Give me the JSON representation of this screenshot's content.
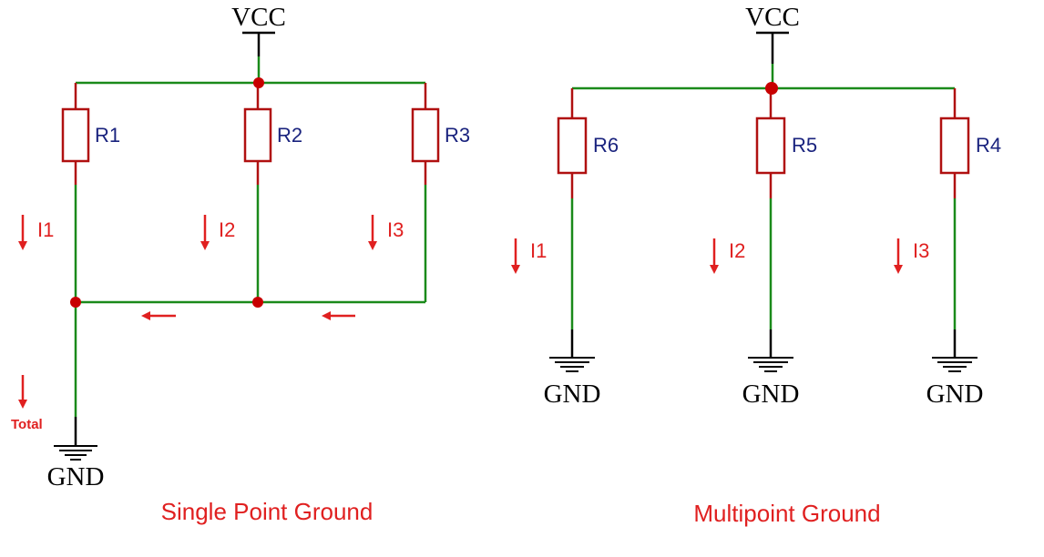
{
  "colors": {
    "wire": "#1a8a1a",
    "resistor": "#b01010",
    "node": "#c80000",
    "arrow": "#e02020",
    "label_dark": "#1a237e",
    "ground": "#000000",
    "caption": "#e02020"
  },
  "single": {
    "vcc": "VCC",
    "resistors": [
      "R1",
      "R2",
      "R3"
    ],
    "currents": [
      "I1",
      "I2",
      "I3"
    ],
    "total": "Total",
    "gnd": "GND",
    "caption": "Single Point Ground"
  },
  "multi": {
    "vcc": "VCC",
    "resistors": [
      "R6",
      "R5",
      "R4"
    ],
    "currents": [
      "I1",
      "I2",
      "I3"
    ],
    "gnd": [
      "GND",
      "GND",
      "GND"
    ],
    "caption": "Multipoint Ground"
  }
}
